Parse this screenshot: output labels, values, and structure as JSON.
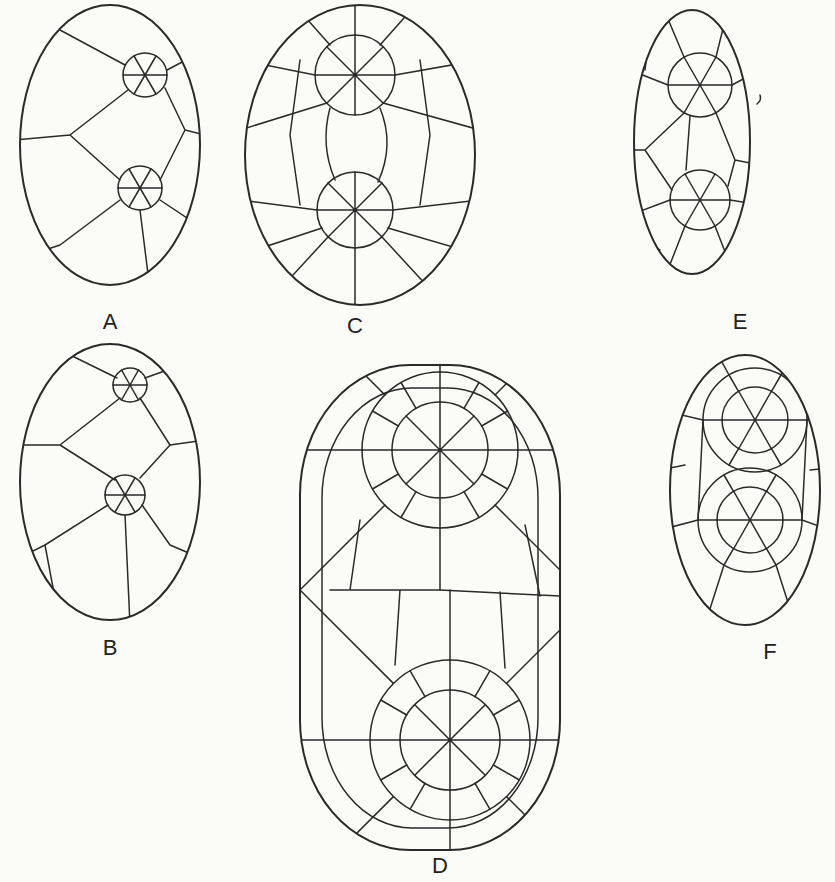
{
  "diagram": {
    "labels": [
      "A",
      "C",
      "E",
      "B",
      "D",
      "F"
    ]
  }
}
